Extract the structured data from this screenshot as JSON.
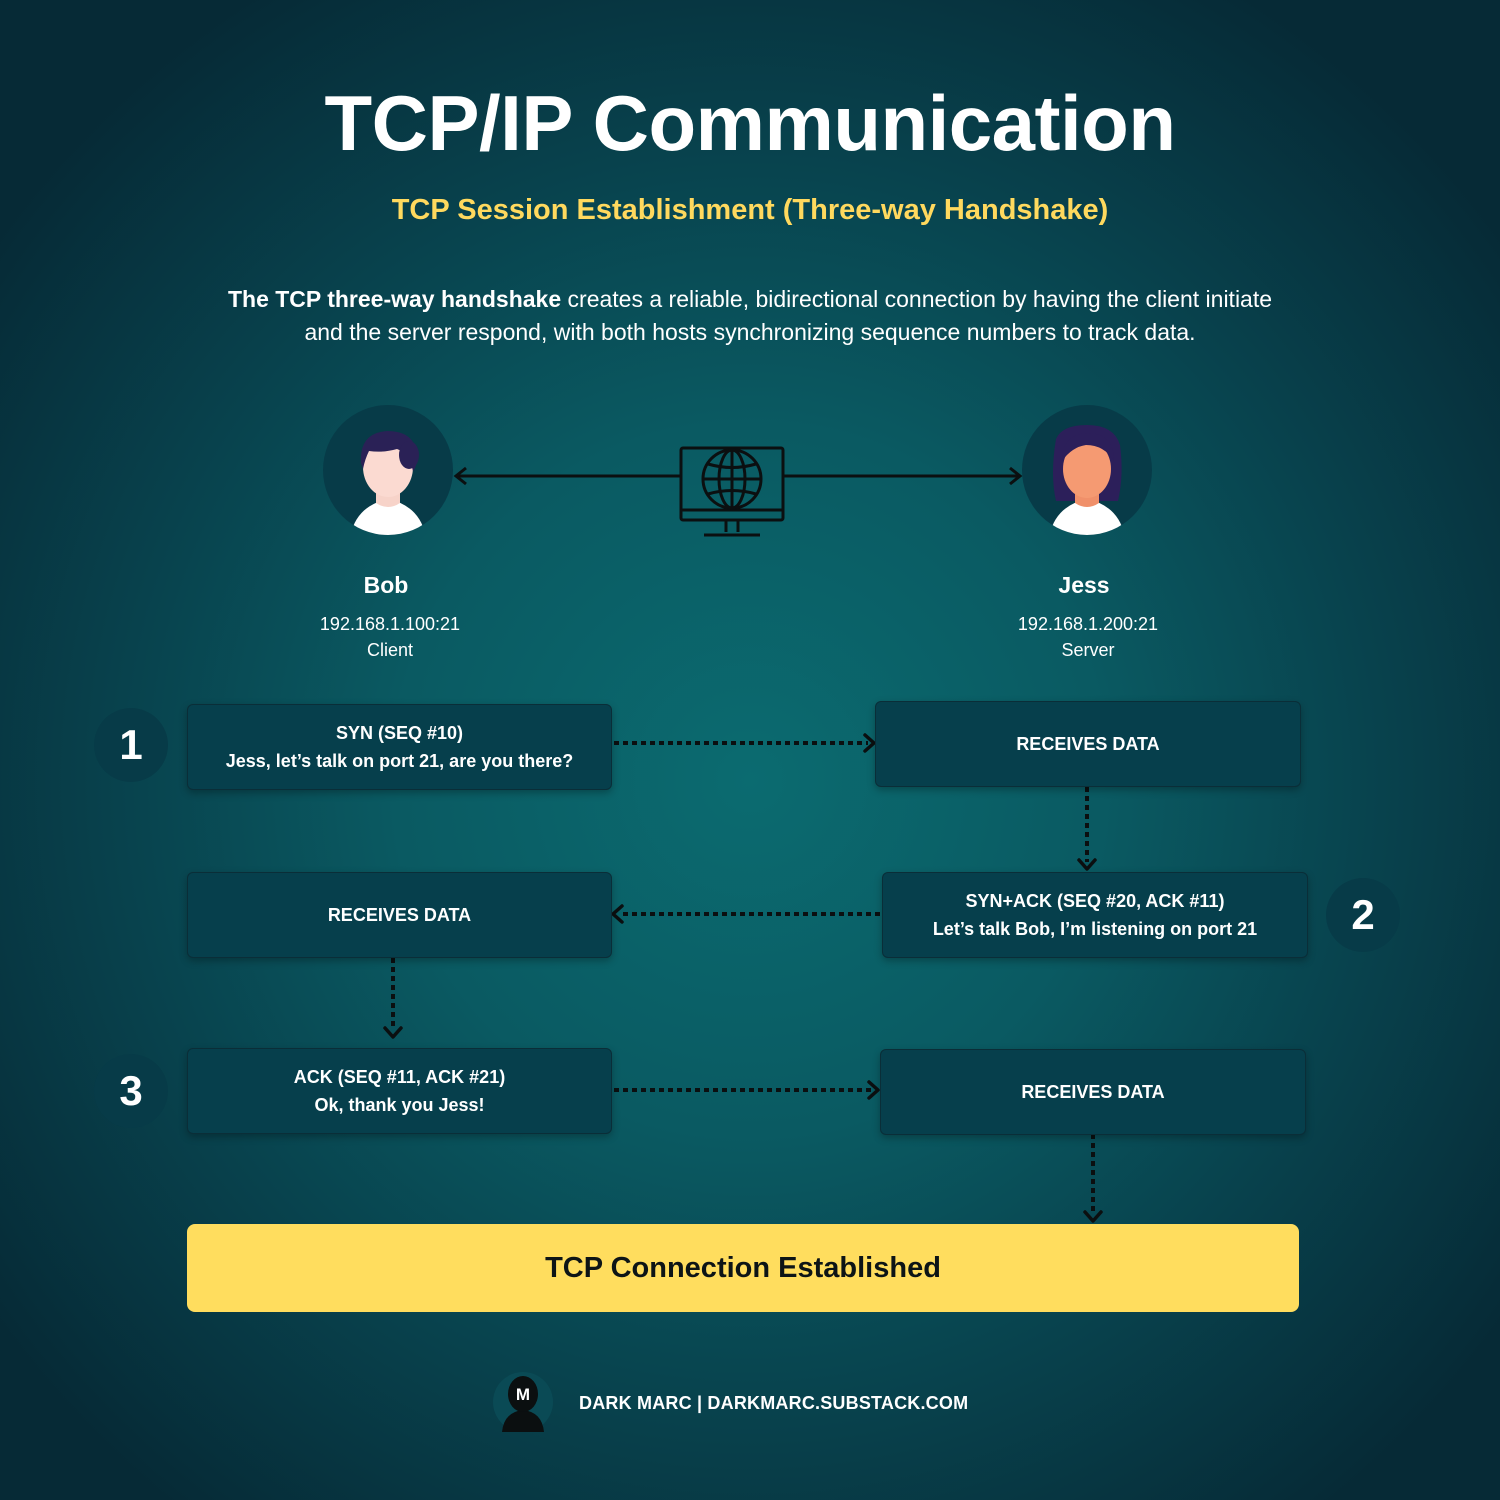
{
  "header": {
    "title": "TCP/IP Communication",
    "subtitle": "TCP Session Establishment (Three-way Handshake)",
    "intro_bold": "The TCP three-way handshake",
    "intro_rest": " creates a reliable, bidirectional connection by having the client initiate",
    "intro_line2": "and the server respond, with both hosts synchronizing sequence numbers to track data."
  },
  "hosts": {
    "client": {
      "name": "Bob",
      "ip": "192.168.1.100:21",
      "role": "Client"
    },
    "server": {
      "name": "Jess",
      "ip": "192.168.1.200:21",
      "role": "Server"
    }
  },
  "network_icon": "globe-monitor-icon",
  "steps": [
    {
      "number": "1",
      "line1": "SYN (SEQ #10)",
      "line2": "Jess, let’s talk on port 21, are you there?"
    },
    {
      "number": "2",
      "line1": "SYN+ACK (SEQ #20, ACK #11)",
      "line2": "Let’s talk Bob, I’m listening on port 21"
    },
    {
      "number": "3",
      "line1": "ACK (SEQ #11, ACK #21)",
      "line2": "Ok, thank you Jess!"
    }
  ],
  "receives": [
    "RECEIVES DATA",
    "RECEIVES DATA",
    "RECEIVES DATA"
  ],
  "result": "TCP Connection Established",
  "footer": {
    "logo_letter": "M",
    "text": "DARK MARC | DARKMARC.SUBSTACK.COM"
  },
  "colors": {
    "accent": "#ffd95e",
    "box": "#063f4c",
    "badge": "#073b48",
    "background": "#0b6b70"
  }
}
